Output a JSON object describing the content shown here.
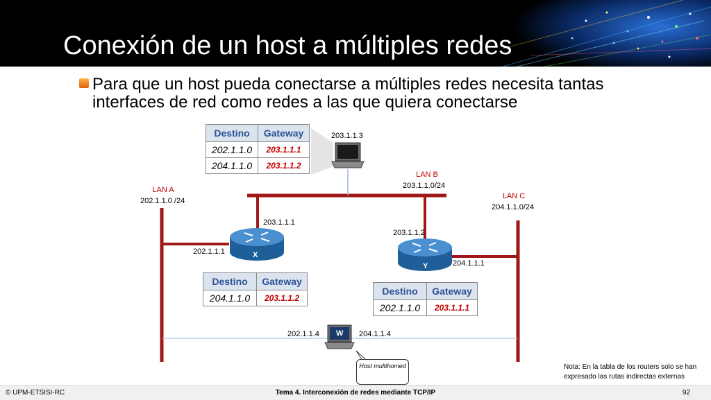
{
  "slide": {
    "title": "Conexión de un host a múltiples redes",
    "bullet": "Para que un host pueda conectarse a múltiples redes necesita tantas interfaces de red como redes a las que quiera conectarse"
  },
  "tables": {
    "host_top": {
      "headers": [
        "Destino",
        "Gateway"
      ],
      "rows": [
        [
          "202.1.1.0",
          "203.1.1.1"
        ],
        [
          "204.1.1.0",
          "203.1.1.2"
        ]
      ]
    },
    "router_x": {
      "headers": [
        "Destino",
        "Gateway"
      ],
      "rows": [
        [
          "204.1.1.0",
          "203.1.1.2"
        ]
      ]
    },
    "router_y": {
      "headers": [
        "Destino",
        "Gateway"
      ],
      "rows": [
        [
          "202.1.1.0",
          "203.1.1.1"
        ]
      ]
    }
  },
  "networks": {
    "lan_a": {
      "name": "LAN A",
      "addr": "202.1.1.0 /24"
    },
    "lan_b": {
      "name": "LAN B",
      "addr": "203.1.1.0/24"
    },
    "lan_c": {
      "name": "LAN C",
      "addr": "204.1.1.0/24"
    }
  },
  "addresses": {
    "host_top": "203.1.1.3",
    "x_lanb": "203.1.1.1",
    "x_lana": "202.1.1.1",
    "y_lanb": "203.1.1.2",
    "y_lanc": "204.1.1.1",
    "w_lana": "202.1.1.4",
    "w_lanc": "204.1.1.4"
  },
  "devices": {
    "router_x": "X",
    "router_y": "Y",
    "host_w": "W"
  },
  "callout": "Host multihomed",
  "note": "Nota: En la tabla de los routers solo se han expresado las rutas indirectas externas",
  "footer": {
    "left": "© UPM-ETSISI-RC",
    "center": "Tema 4. Interconexión de redes mediante TCP/IP",
    "page": "92"
  },
  "colors": {
    "link": "#a01818",
    "header_bg": "#000000",
    "gateway_text": "#c00000",
    "table_header": "#2f5496"
  }
}
